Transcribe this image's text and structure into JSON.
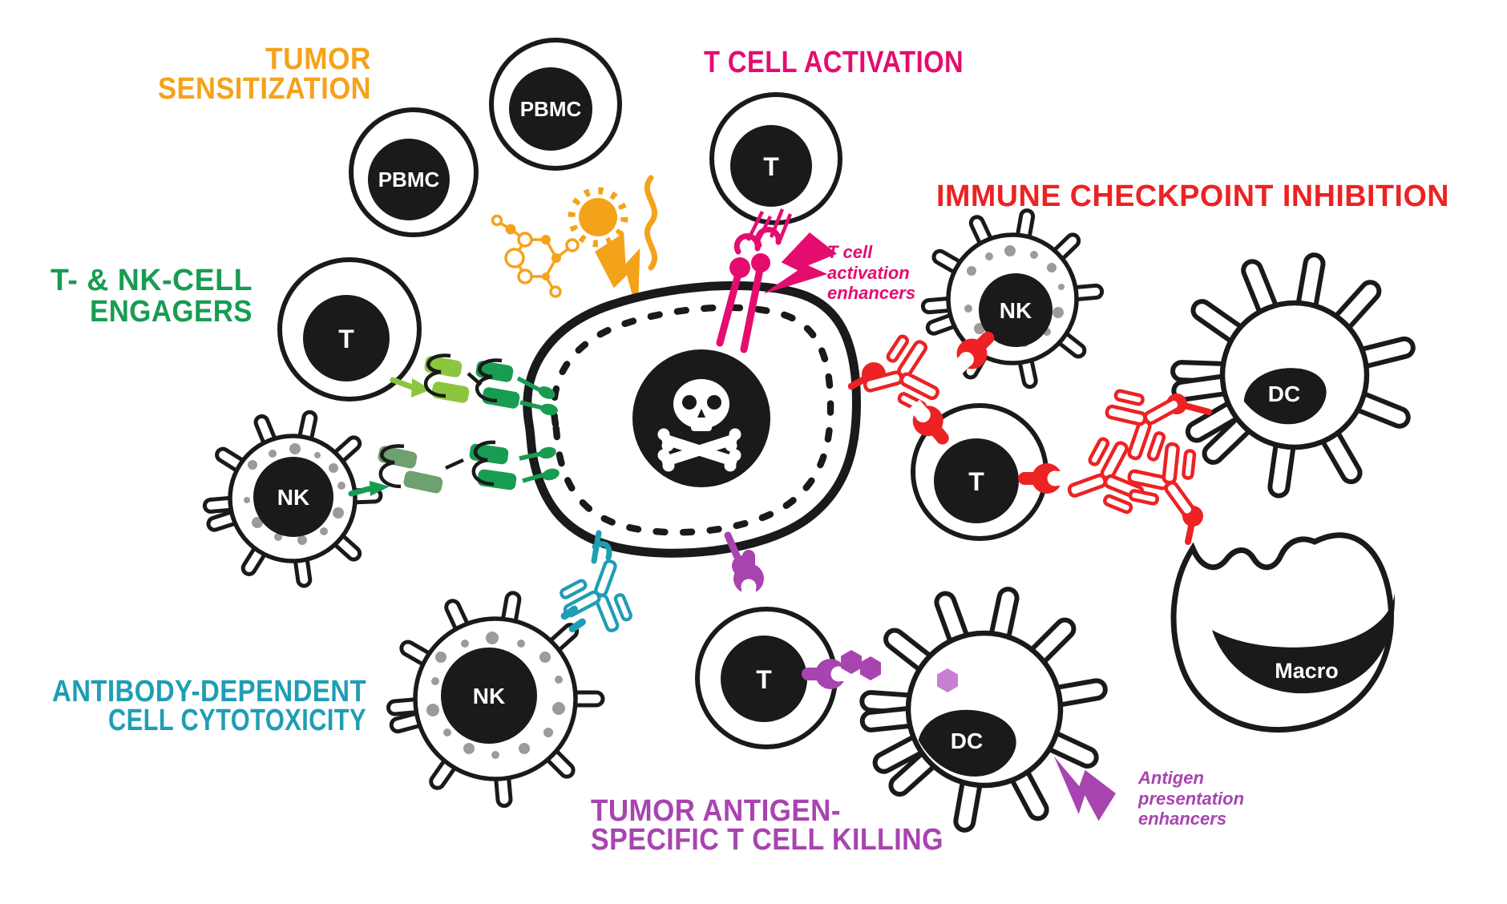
{
  "colors": {
    "orange": "#F5A21B",
    "pink": "#E40D6F",
    "red": "#EC2224",
    "green": "#189C52",
    "green_light": "#8CC63F",
    "green_sage": "#6FA06F",
    "teal": "#1E9EB4",
    "purple": "#A844B0",
    "purple_light": "#C77FD4",
    "ink": "#1A1A1A",
    "gray": "#9B9B9B",
    "white": "#FFFFFF"
  },
  "labels": {
    "tumor_sensitization": {
      "line1": "TUMOR",
      "line2": "SENSITIZATION"
    },
    "t_cell_activation": {
      "text": "T CELL ACTIVATION"
    },
    "immune_checkpoint_inhibition": {
      "text": "IMMUNE CHECKPOINT INHIBITION"
    },
    "t_nk_cell_engagers": {
      "line1": "T- & NK-CELL",
      "line2": "ENGAGERS"
    },
    "adcc": {
      "line1": "ANTIBODY-DEPENDENT",
      "line2": "CELL CYTOTOXICITY"
    },
    "tumor_antigen_killing": {
      "line1": "TUMOR ANTIGEN-",
      "line2": "SPECIFIC T CELL KILLING"
    }
  },
  "annotations": {
    "t_cell_activation_enhancers": {
      "line1": "T cell",
      "line2": "activation",
      "line3": "enhancers"
    },
    "antigen_presentation_enhancers": {
      "line1": "Antigen",
      "line2": "presentation",
      "line3": "enhancers"
    }
  },
  "cells": {
    "pbmc1": {
      "label": "PBMC"
    },
    "pbmc2": {
      "label": "PBMC"
    },
    "t_top": {
      "label": "T"
    },
    "t_left": {
      "label": "T"
    },
    "t_right": {
      "label": "T"
    },
    "t_bottom": {
      "label": "T"
    },
    "nk_left": {
      "label": "NK"
    },
    "nk_top_right": {
      "label": "NK"
    },
    "nk_bottom": {
      "label": "NK"
    },
    "dc_right": {
      "label": "DC"
    },
    "dc_bottom": {
      "label": "DC"
    },
    "macrophage": {
      "label": "Macro"
    }
  },
  "icons": {
    "tumor_nucleus": "skull-and-crossbones",
    "orange_set": [
      "small-molecule",
      "oncolytic-virus",
      "rna-strand",
      "lightning-bolt"
    ],
    "pink_set": [
      "t-cell-receptor-stalks",
      "lightning-bolt"
    ],
    "red_set": [
      "checkpoint-antibody",
      "receptor-clamp",
      "ligand-ball"
    ],
    "teal_set": [
      "adcc-antibody",
      "fc-receptor"
    ],
    "purple_set": [
      "tcr-clamp",
      "antigen-hexagon",
      "lightning-bolt"
    ]
  }
}
